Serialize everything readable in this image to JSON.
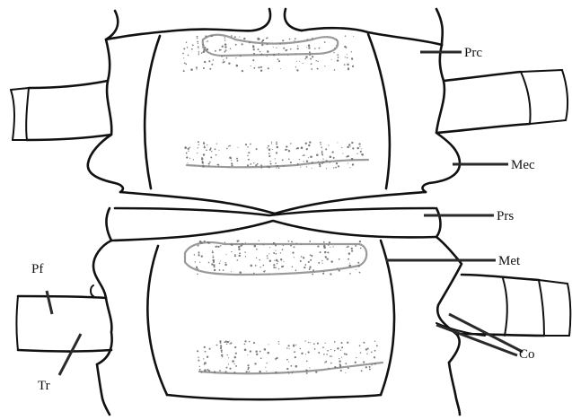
{
  "labels": {
    "prc": "Prc",
    "mec": "Mec",
    "prs": "Prs",
    "met": "Met",
    "pf": "Pf",
    "co": "Co",
    "tr": "Tr"
  },
  "colors": {
    "outline": "#111111",
    "growth_line": "#9a9a9a",
    "stipple": "#7a7a7a",
    "background": "#ffffff"
  }
}
